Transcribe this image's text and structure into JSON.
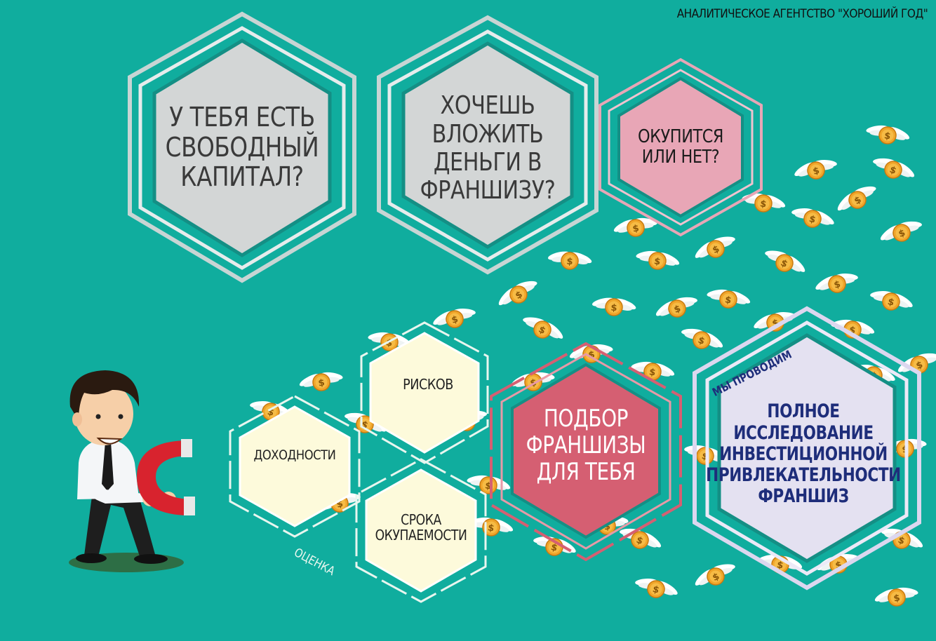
{
  "agency": "АНАЛИТИЧЕСКОЕ АГЕНТСТВО \"ХОРОШИЙ ГОД\"",
  "questions": {
    "capital": "У ТЕБЯ ЕСТЬ СВОБОДНЫЙ КАПИТАЛ?",
    "invest": "ХОЧЕШЬ ВЛОЖИТЬ ДЕНЬГИ В ФРАНШИЗУ?",
    "payback": "ОКУПИТСЯ ИЛИ НЕТ?"
  },
  "assessment": {
    "caption": "ОЦЕНКА",
    "risks": "РИСКОВ",
    "income": "ДОХОДНОСТИ",
    "period": "СРОКА ОКУПАЕМОСТИ"
  },
  "selection": "ПОДБОР ФРАНШИЗЫ ДЛЯ ТЕБЯ",
  "research": {
    "tag": "МЫ ПРОВОДИМ",
    "text": "ПОЛНОЕ ИССЛЕДОВАНИЕ ИНВЕСТИЦИОННОЙ ПРИВЛЕКАТЕЛЬНОСТИ ФРАНШИЗ"
  },
  "colors": {
    "background": "#10ad9e",
    "grey_hex": "#d3d6d6",
    "pink_hex": "#e8a6b6",
    "cream_hex": "#fdfadb",
    "red_hex": "#d55f72",
    "lavender_hex": "#e4e1f1",
    "coin": "#f0a52a"
  },
  "icons": [
    "flying-coin-icon",
    "businessman-with-magnet-icon"
  ]
}
